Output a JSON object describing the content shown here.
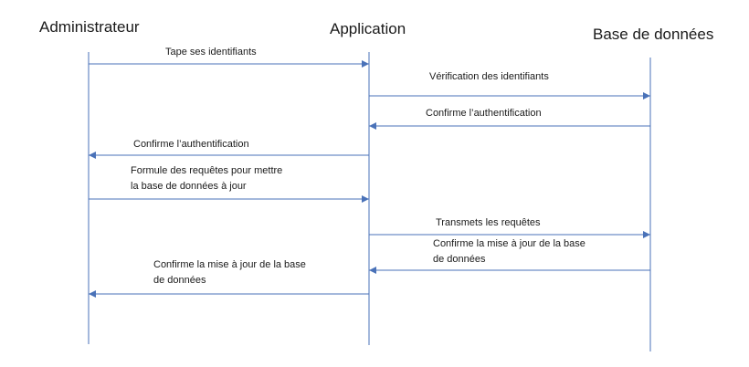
{
  "participants": [
    {
      "id": "admin",
      "title": "Administrateur"
    },
    {
      "id": "app",
      "title": "Application"
    },
    {
      "id": "db",
      "title": "Base de données"
    }
  ],
  "messages": [
    {
      "from": "admin",
      "to": "app",
      "lines": [
        "Tape ses identifiants"
      ]
    },
    {
      "from": "app",
      "to": "db",
      "lines": [
        "Vérification des identifiants"
      ]
    },
    {
      "from": "db",
      "to": "app",
      "lines": [
        "Confirme l’authentification"
      ]
    },
    {
      "from": "app",
      "to": "admin",
      "lines": [
        "Confirme l’authentification"
      ]
    },
    {
      "from": "admin",
      "to": "app",
      "lines": [
        "Formule des requêtes pour mettre",
        "la base de données à jour"
      ]
    },
    {
      "from": "app",
      "to": "db",
      "lines": [
        "Transmets les requêtes"
      ]
    },
    {
      "from": "db",
      "to": "app",
      "lines": [
        "Confirme la mise à jour de la base",
        "de données"
      ]
    },
    {
      "from": "app",
      "to": "admin",
      "lines": [
        "Confirme la mise à jour de la base",
        "de données"
      ]
    }
  ],
  "colors": {
    "line": "#4a72b8",
    "text": "#1a1a1a"
  }
}
